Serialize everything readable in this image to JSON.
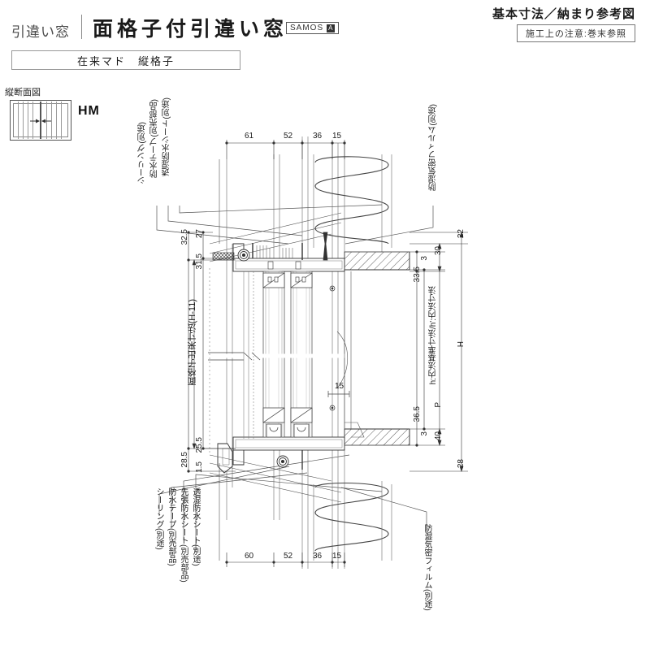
{
  "header": {
    "category": "引違い窓",
    "title": "面格子付引違い窓",
    "badge_text": "SAMOS",
    "badge_mark": "A",
    "right_title": "基本寸法／納まり参考図",
    "right_note": "施工上の注意:巻末参照",
    "subtitle": "在来マド　縦格子"
  },
  "key_figure": {
    "label": "縦断面図",
    "code": "HM"
  },
  "labels_top_left": [
    "シーリング(別途)",
    "防水テープ(別売部品)",
    "透湿防水シート(別途)"
  ],
  "labels_top_right": [
    "防湿気密フィルム(別途)"
  ],
  "labels_bottom_left": [
    "シーリング(別途)",
    "防水テープ(別売部品)",
    "先張防水シート(別売部品)",
    "透湿防水シート(別途)"
  ],
  "labels_bottom_right": [
    "防湿気密フィルム(別途)"
  ],
  "dimensions": {
    "top_chain": [
      "61",
      "52",
      "36",
      "15"
    ],
    "bottom_chain": [
      "60",
      "52",
      "36",
      "15"
    ],
    "left_top": [
      "32.5",
      "27",
      "31.5"
    ],
    "left_bottom": [
      "25.5",
      "1.5",
      "28.5"
    ],
    "left_overall": "面格子出来寸法(H-11)",
    "right_top": [
      "22",
      "30",
      "3",
      "33.5"
    ],
    "right_bottom": [
      "36.5",
      "3",
      "40",
      "28"
    ],
    "right_inner": "h:内法基準寸法/h':内法寸法",
    "right_p": "P",
    "right_h": "H",
    "middle": "15"
  }
}
